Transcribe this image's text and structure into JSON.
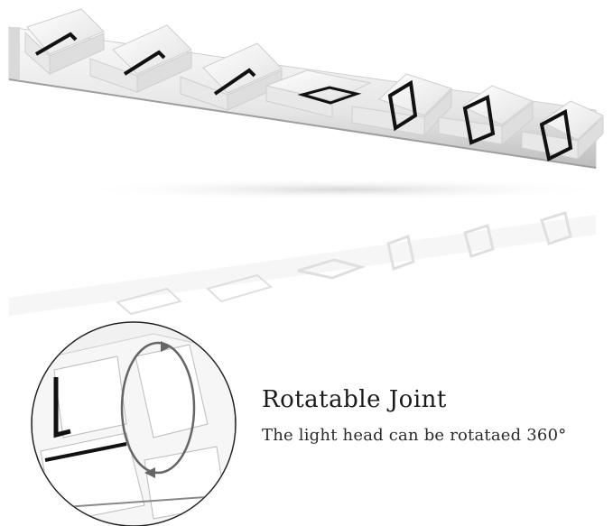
{
  "feature": {
    "title": "Rotatable Joint",
    "description": "The light head can be rotataed 360°"
  },
  "product": {
    "light_head_count": 7,
    "accent": "#111111",
    "body_color": "#f4f4f4"
  }
}
